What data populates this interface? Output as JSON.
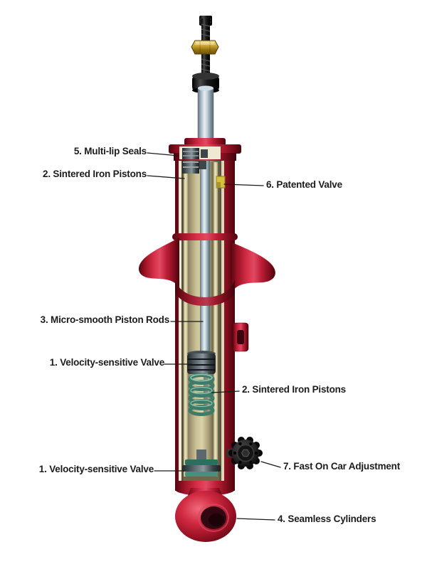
{
  "diagram": {
    "labels": [
      {
        "text": "5. Multi-lip Seals"
      },
      {
        "text": "2. Sintered Iron Pistons"
      },
      {
        "text": "6. Patented Valve"
      },
      {
        "text": "3. Micro-smooth Piston Rods"
      },
      {
        "text": "1. Velocity-sensitive Valve"
      },
      {
        "text": "2. Sintered Iron Pistons"
      },
      {
        "text": "1. Velocity-sensitive Valve"
      },
      {
        "text": "7. Fast On Car Adjustment"
      },
      {
        "text": "4. Seamless Cylinders"
      }
    ],
    "colors": {
      "body_red": "#c8102e",
      "rod_chrome": "#c3d2da",
      "nut_brass": "#d4ab35",
      "seal_gray": "#5a666c",
      "valve_yellow": "#d6c23f",
      "spring_teal": "#3c7c68",
      "interior_tan": "#c2b98e",
      "leader_line": "#1a1a1a",
      "label_text": "#1c1c1c"
    }
  }
}
